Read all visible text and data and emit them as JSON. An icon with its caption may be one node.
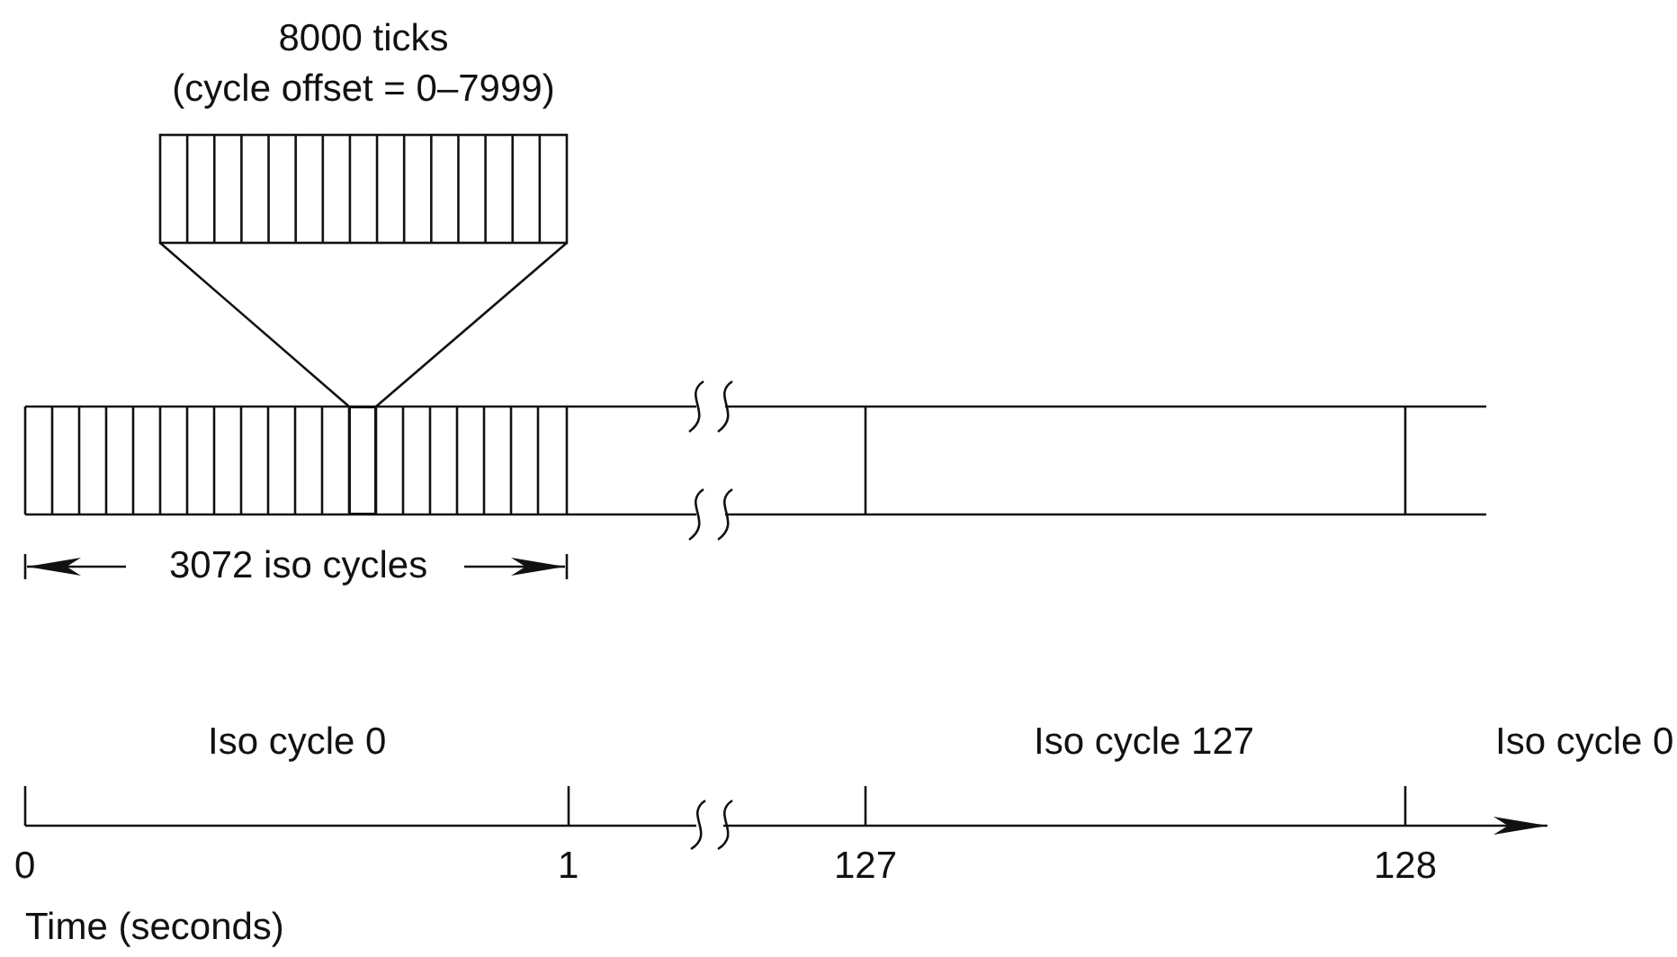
{
  "diagram": {
    "nodes": [
      {
        "text": [
          "8000 ticks",
          "(cycle offset = 0–7999)"
        ]
      },
      {
        "text": [],
        "shape": "bar"
      },
      {
        "text": [],
        "shape": "box",
        "in": 1
      }
    ],
    "edges": [
      {
        "from": 0,
        "to": 2,
        "arrow": "none"
      },
      {
        "from": 0,
        "to": 2,
        "arrow": "none"
      }
    ],
    "labels": [
      "3072 iso cycles",
      "Iso cycle 0",
      "Iso cycle 127",
      "Iso cycle 0",
      "0",
      "1",
      "127",
      "128",
      "Time (seconds)"
    ]
  }
}
